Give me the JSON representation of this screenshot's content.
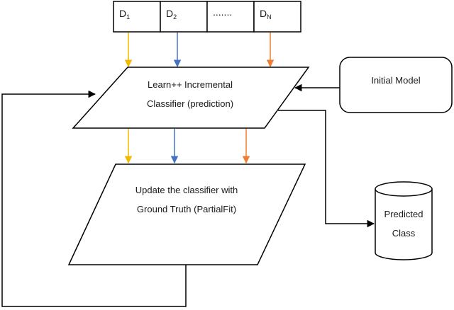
{
  "data_blocks": {
    "cells": [
      {
        "main": "D",
        "sub": "1"
      },
      {
        "main": "D",
        "sub": "2"
      },
      {
        "main": ".......",
        "sub": ""
      },
      {
        "main": "D",
        "sub": "N"
      }
    ]
  },
  "nodes": {
    "learn_line1": "Learn++ Incremental",
    "learn_line2": "Classifier (prediction)",
    "update_line1": "Update the classifier with",
    "update_line2": "Ground Truth (PartialFit)",
    "initial_model": "Initial Model",
    "predicted_line1": "Predicted",
    "predicted_line2": "Class"
  },
  "colors": {
    "yellow": "#f5b800",
    "blue": "#4472c4",
    "orange": "#ed7d31",
    "stroke": "#000000"
  }
}
